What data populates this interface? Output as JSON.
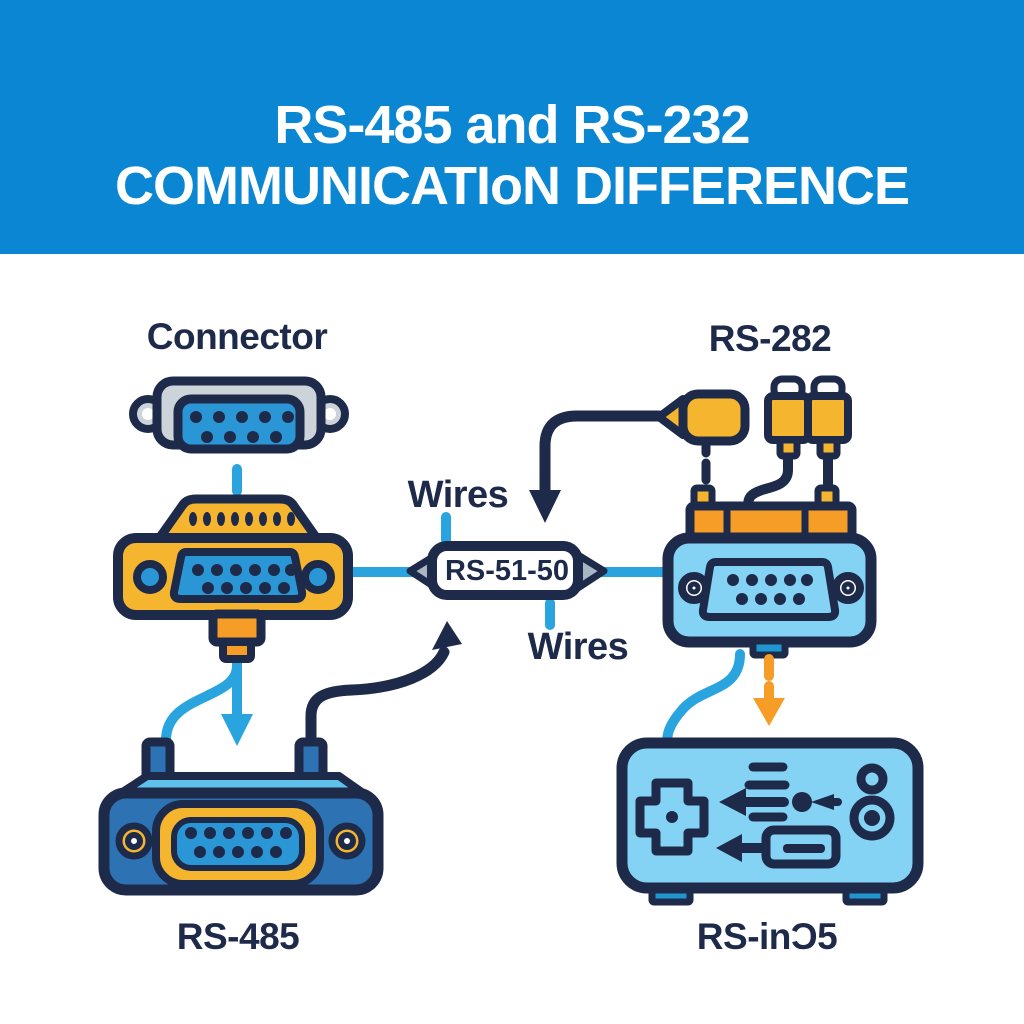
{
  "header": {
    "line1": "RS-485 and RS-232",
    "line2": "COMMUNICATIoN DIFFERENCE"
  },
  "labels": {
    "connector": "Connector",
    "rs232": "RS-282",
    "wires_top": "Wires",
    "wires_bottom": "Wires",
    "badge": "RS-51-50",
    "rs485": "RS-485",
    "device": "RS-inƆ5"
  },
  "colors": {
    "banner_blue": "#0a86d2",
    "navy_outline_text": "#1e2a4a",
    "yellow": "#f6b52e",
    "orange": "#f59d27",
    "wire_blue": "#29a4df",
    "connector_gray": "#ccd3d9",
    "face_blue": "#2a96d5",
    "body_blue": "#2d73b4",
    "light_blue": "#85d3f4",
    "badge_triangle_gray": "#a9b6c3",
    "background": "#ffffff"
  }
}
